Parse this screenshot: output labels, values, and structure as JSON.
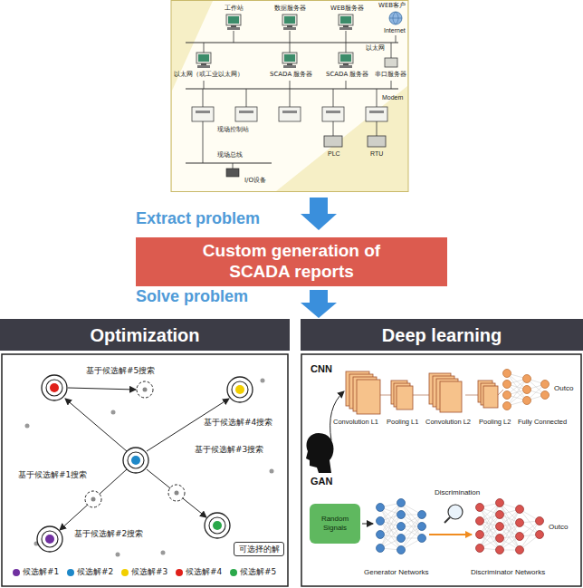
{
  "diagram": {
    "nodes": [
      {
        "text": [
          "Custom generation of SCADA reports"
        ]
      },
      {
        "text": [
          "Optimization"
        ]
      },
      {
        "text": [
          "Deep learning"
        ]
      },
      {
        "text": [
          "可选择的解"
        ]
      },
      {
        "text": [
          "Random Signals"
        ]
      }
    ],
    "labels": [
      "WEB客户",
      "Internet",
      "工作站",
      "数据服务器",
      "WEB服务器",
      "以太网",
      "SCADA 服务器",
      "SCADA 服务器",
      "以太网（或工业以太网）",
      "串口服务器",
      "Modem",
      "PLC",
      "RTU",
      "现场控制站",
      "现场总线",
      "I/O设备",
      "Extract problem",
      "Solve problem",
      "基于候选解#5搜索",
      "基于候选解#4搜索",
      "基于候选解#3搜索",
      "基于候选解#1搜索",
      "基于候选解#2搜索",
      "CNN",
      "Convolution L1",
      "Pooling L1",
      "Convolution L2",
      "Pooling L2",
      "Fully Connected",
      "Outco",
      "GAN",
      "Discrimination",
      "Generator Networks",
      "Discriminator Networks",
      "Outco"
    ],
    "legend": [
      {
        "text": "候选解#1",
        "color": "#7030a0"
      },
      {
        "text": "候选解#2",
        "color": "#1e88c8"
      },
      {
        "text": "候选解#3",
        "color": "#f2cf00"
      },
      {
        "text": "候选解#4",
        "color": "#e0201a"
      },
      {
        "text": "候选解#5",
        "color": "#2aa84a"
      }
    ]
  }
}
